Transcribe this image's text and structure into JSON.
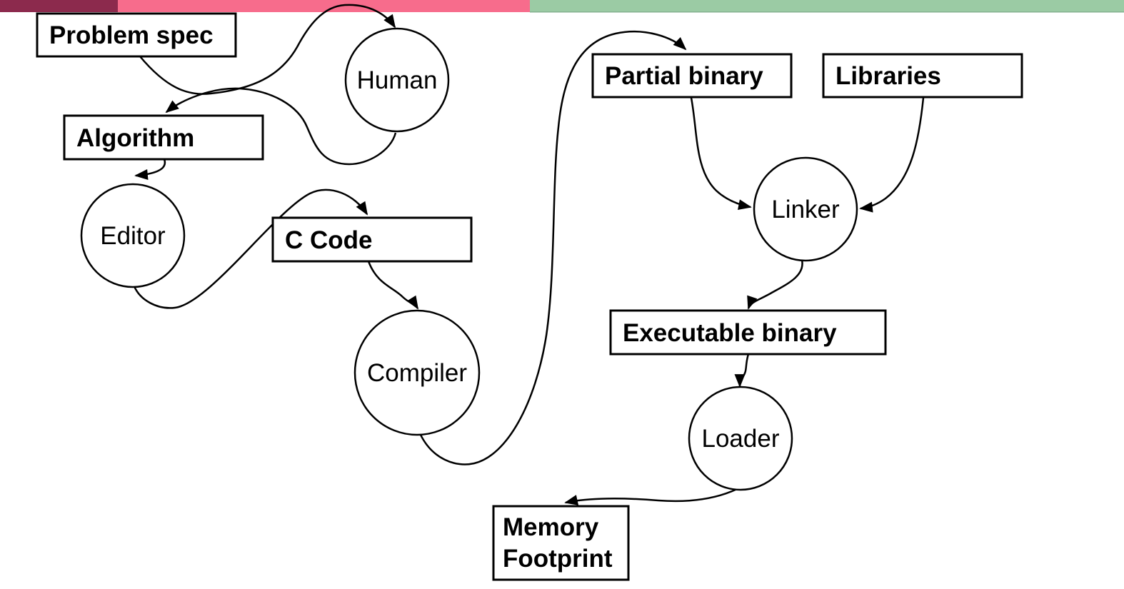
{
  "colors": {
    "header_maroon": "#8c2a4d",
    "header_pink": "#f76c8c",
    "header_green": "#9bcba4",
    "header_green_edge": "#85b190",
    "node_stroke": "#000000",
    "node_fill": "#ffffff",
    "edge_color": "#000000",
    "background": "#ffffff"
  },
  "nodes": {
    "problem_spec": {
      "label": "Problem spec",
      "shape": "rectangle"
    },
    "human": {
      "label": "Human",
      "shape": "circle"
    },
    "algorithm": {
      "label": "Algorithm",
      "shape": "rectangle"
    },
    "editor": {
      "label": "Editor",
      "shape": "circle"
    },
    "c_code": {
      "label": "C Code",
      "shape": "rectangle"
    },
    "compiler": {
      "label": "Compiler",
      "shape": "circle"
    },
    "partial_binary": {
      "label": "Partial binary",
      "shape": "rectangle"
    },
    "libraries": {
      "label": "Libraries",
      "shape": "rectangle"
    },
    "linker": {
      "label": "Linker",
      "shape": "circle"
    },
    "executable_binary": {
      "label": "Executable binary",
      "shape": "rectangle"
    },
    "loader": {
      "label": "Loader",
      "shape": "circle"
    },
    "memory_footprint": {
      "label_line1": "Memory",
      "label_line2": "Footprint",
      "shape": "rectangle"
    }
  },
  "edges": [
    {
      "from": "Problem spec",
      "to": "Human"
    },
    {
      "from": "Human",
      "to": "Algorithm"
    },
    {
      "from": "Algorithm",
      "to": "Editor"
    },
    {
      "from": "Editor",
      "to": "C Code"
    },
    {
      "from": "C Code",
      "to": "Compiler"
    },
    {
      "from": "Compiler",
      "to": "Partial binary"
    },
    {
      "from": "Partial binary",
      "to": "Linker"
    },
    {
      "from": "Libraries",
      "to": "Linker"
    },
    {
      "from": "Linker",
      "to": "Executable binary"
    },
    {
      "from": "Executable binary",
      "to": "Loader"
    },
    {
      "from": "Loader",
      "to": "Memory Footprint"
    }
  ]
}
